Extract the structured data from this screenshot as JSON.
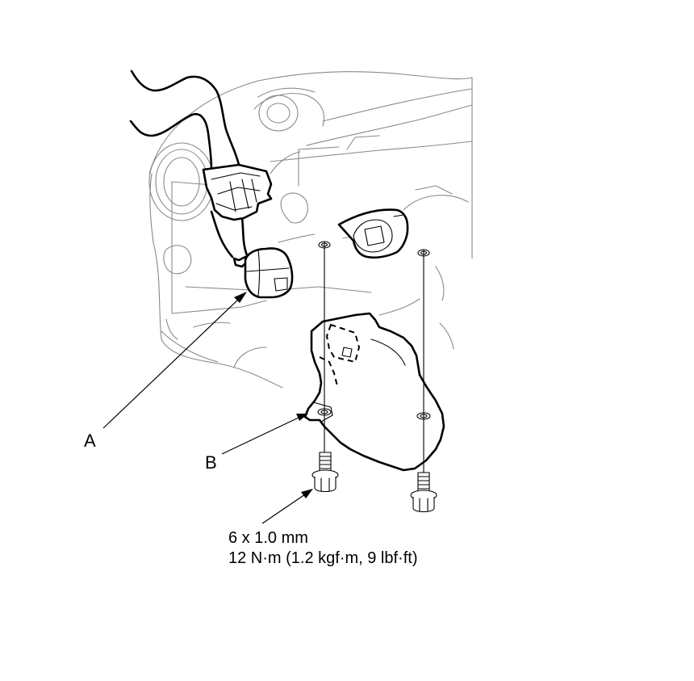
{
  "callouts": {
    "a": "A",
    "b": "B"
  },
  "bolt_spec": {
    "size": "6 x 1.0 mm",
    "torque": "12 N·m (1.2 kgf·m, 9 lbf·ft)"
  },
  "colors": {
    "line": "#000000",
    "background_line": "#8a8a8a",
    "paper": "#ffffff"
  }
}
